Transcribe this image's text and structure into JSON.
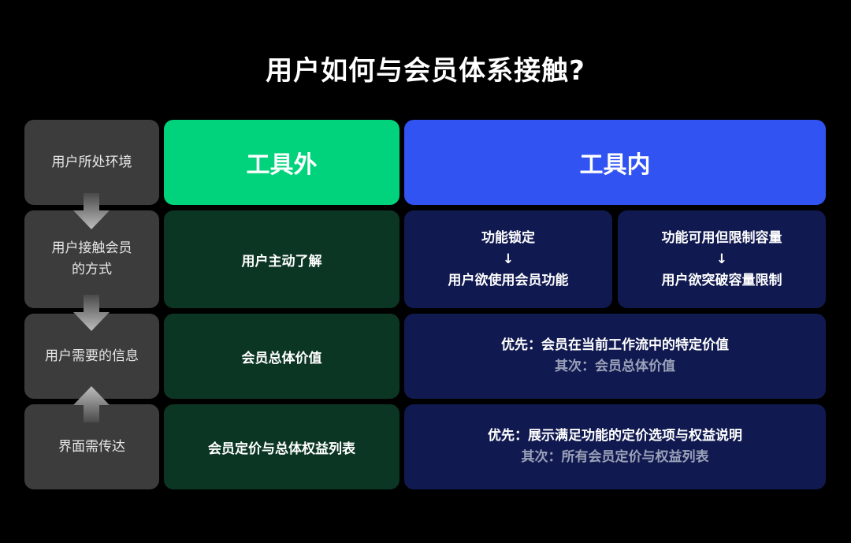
{
  "title": "用户如何与会员体系接触?",
  "rows": {
    "r1": {
      "label": "用户所处环境"
    },
    "r2": {
      "label_line1": "用户接触会员",
      "label_line2": "的方式"
    },
    "r3": {
      "label": "用户需要的信息"
    },
    "r4": {
      "label": "界面需传达"
    }
  },
  "columns": {
    "outside": "工具外",
    "inside": "工具内"
  },
  "outside_cells": {
    "r2": "用户主动了解",
    "r3": "会员总体价值",
    "r4": "会员定价与总体权益列表"
  },
  "inside_cells": {
    "r2a": {
      "line1": "功能锁定",
      "arrow": "↓",
      "line2": "用户欲使用会员功能"
    },
    "r2b": {
      "line1": "功能可用但限制容量",
      "arrow": "↓",
      "line2": "用户欲突破容量限制"
    },
    "r3": {
      "primary": "优先：会员在当前工作流中的特定价值",
      "secondary": "其次：会员总体价值"
    },
    "r4": {
      "primary": "优先：展示满足功能的定价选项与权益说明",
      "secondary": "其次：所有会员定价与权益列表"
    }
  },
  "flow_arrows": [
    "down",
    "down",
    "up"
  ],
  "colors": {
    "background": "#000000",
    "outside_header": "#00d37b",
    "inside_header": "#3053f2",
    "outside_cell": "#0c3624",
    "inside_cell": "#111a50",
    "row_label": "#3c3c3c"
  }
}
